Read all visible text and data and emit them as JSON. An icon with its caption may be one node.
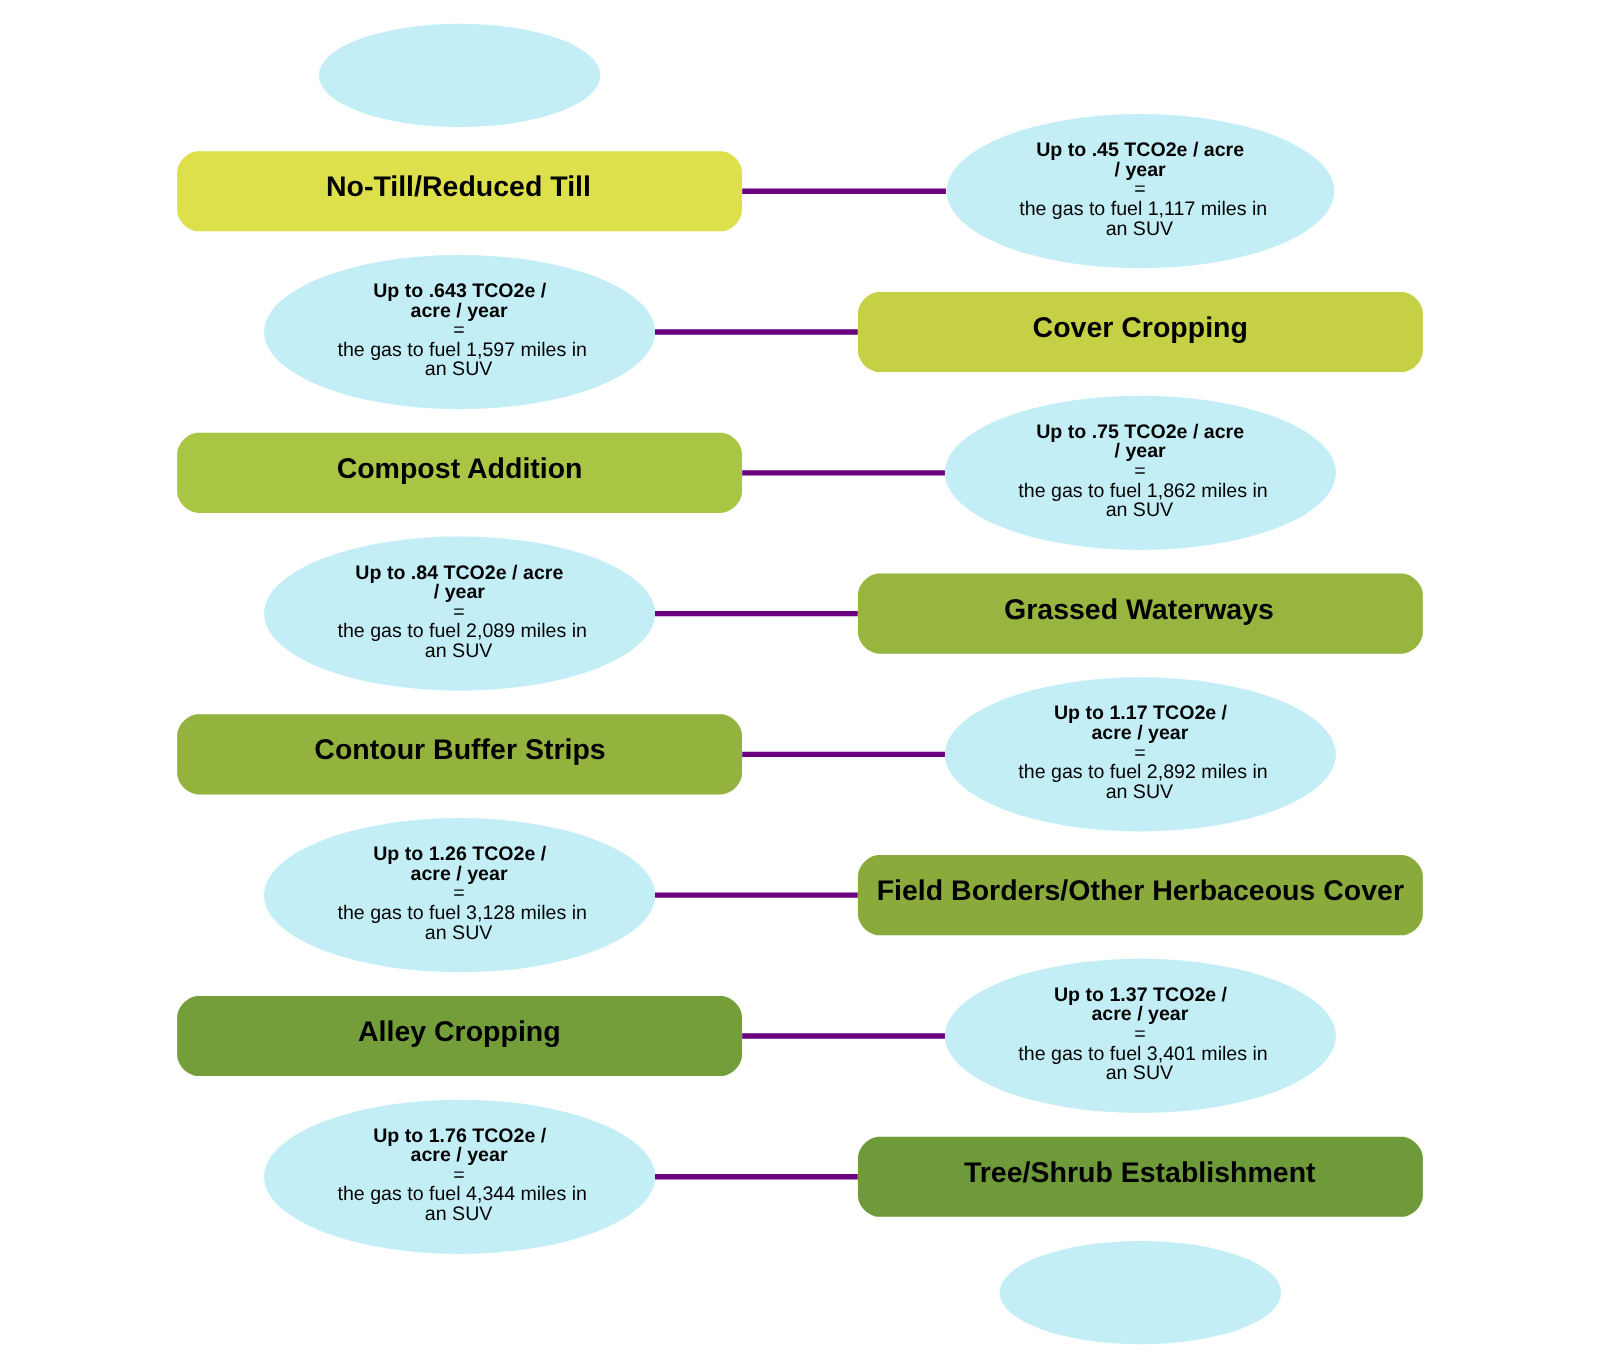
{
  "diagram": {
    "nodes": [
      {
        "text": [],
        "shape": "cloud"
      },
      {
        "text": [
          "No-Till/Reduced Till"
        ]
      },
      {
        "text": [
          "Up to .45 TCO2e / acre / year",
          "=",
          "the gas to fuel 1,117 miles in an SUV"
        ]
      },
      {
        "text": [
          "Up to .643 TCO2e / acre / year",
          "=",
          "the gas to fuel 1,597 miles in an SUV"
        ]
      },
      {
        "text": [
          "Cover Cropping"
        ]
      },
      {
        "text": [
          "Compost Addition"
        ]
      },
      {
        "text": [
          "Up to .75 TCO2e / acre / year",
          "=",
          "the gas to fuel 1,862 miles in an SUV"
        ]
      },
      {
        "text": [
          "Up to .84 TCO2e / acre / year",
          "=",
          "the gas to fuel 2,089 miles in an SUV"
        ]
      },
      {
        "text": [
          "Grassed Waterways"
        ]
      },
      {
        "text": [
          "Contour Buffer Strips"
        ]
      },
      {
        "text": [
          "Up to 1.17 TCO2e / acre / year",
          "=",
          "the gas to fuel 2,892 miles in an SUV"
        ]
      },
      {
        "text": [
          "Up to 1.26 TCO2e / acre / year",
          "=",
          "the gas to fuel 3,128 miles in an SUV"
        ]
      },
      {
        "text": [
          "Field Borders/Other Herbaceous Cover"
        ]
      },
      {
        "text": [
          "Alley Cropping"
        ]
      },
      {
        "text": [
          "Up to 1.37 TCO2e / acre / year",
          "=",
          "the gas to fuel 3,401 miles in an SUV"
        ]
      },
      {
        "text": [
          "Up to 1.76 TCO2e / acre / year",
          "=",
          "the gas to fuel 4,344 miles in an SUV"
        ]
      },
      {
        "text": [
          "Tree/Shrub Establishment"
        ]
      },
      {
        "text": [],
        "shape": "cloud"
      }
    ],
    "edges": [
      {
        "from": 1,
        "to": 2,
        "arrow": "none"
      },
      {
        "from": 3,
        "to": 4,
        "arrow": "none"
      },
      {
        "from": 5,
        "to": 6,
        "arrow": "none"
      },
      {
        "from": 7,
        "to": 8,
        "arrow": "none"
      },
      {
        "from": 9,
        "to": 10,
        "arrow": "none"
      },
      {
        "from": 11,
        "to": 12,
        "arrow": "none"
      },
      {
        "from": 13,
        "to": 14,
        "arrow": "none"
      },
      {
        "from": 15,
        "to": 16,
        "arrow": "none"
      }
    ]
  }
}
